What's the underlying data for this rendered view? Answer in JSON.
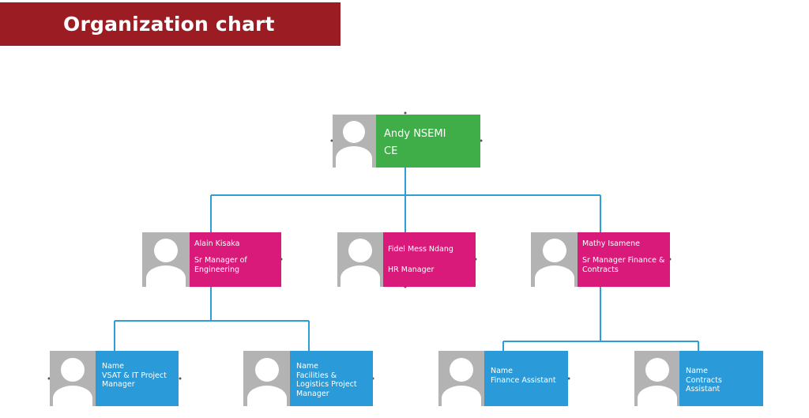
{
  "header": {
    "title": "Organization chart"
  },
  "colors": {
    "title_bg": "#9b1c22",
    "ceo": "#3fae49",
    "manager": "#d91a7a",
    "staff": "#2b9ad8",
    "connector": "#2e9fd6"
  },
  "ceo": {
    "name": "Andy NSEMI",
    "role": "CE"
  },
  "managers": [
    {
      "name": "Alain Kisaka",
      "role": "Sr Manager of Engineering"
    },
    {
      "name": "Fidel Mess Ndang",
      "role": "HR Manager"
    },
    {
      "name": "Mathy Isamene",
      "role": "Sr Manager Finance & Contracts"
    }
  ],
  "staff": [
    {
      "name": "Name",
      "role": "VSAT & IT Project Manager"
    },
    {
      "name": "Name",
      "role": "Facilities & Logistics Project Manager"
    },
    {
      "name": "Name",
      "role": "Finance Assistant"
    },
    {
      "name": "Name",
      "role": "Contracts Assistant"
    }
  ]
}
